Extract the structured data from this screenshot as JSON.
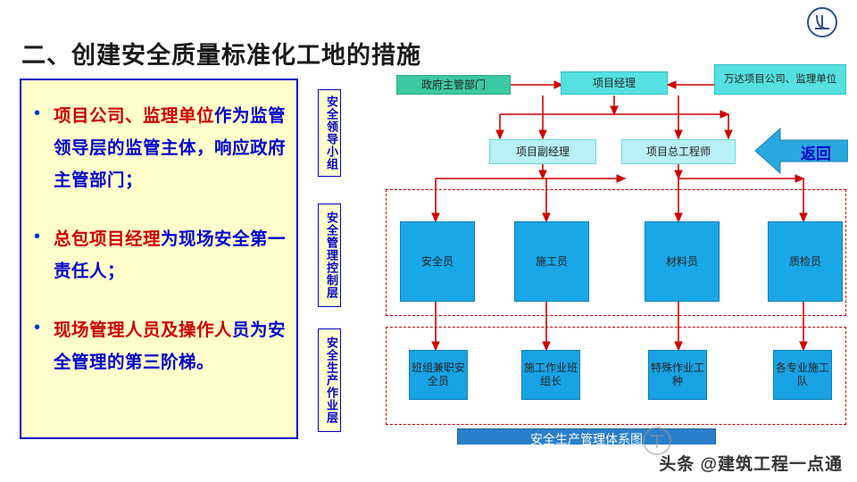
{
  "header": {
    "title": "二、创建安全质量标准化工地的措施",
    "logo_icon": "circular-brand-logo"
  },
  "left_panel": {
    "bullets": [
      {
        "marker": "•",
        "segments": [
          {
            "text": "项目公司、监理单位",
            "highlight": true
          },
          {
            "text": "作为监管领导层的监管主体，响应政府主管部门；",
            "highlight": false
          }
        ]
      },
      {
        "marker": "•",
        "segments": [
          {
            "text": "总包项目经理",
            "highlight": true
          },
          {
            "text": "为现场安全第一责任人；",
            "highlight": false
          }
        ]
      },
      {
        "marker": "•",
        "segments": [
          {
            "text": "现场管理人员及操作人",
            "highlight": true
          },
          {
            "text": "员为安全管理的第三阶梯。",
            "highlight": false
          }
        ]
      }
    ]
  },
  "layer_labels": [
    {
      "text": "安全领导小组"
    },
    {
      "text": "安全管理控制层"
    },
    {
      "text": "安全生产作业层"
    }
  ],
  "return_button": {
    "label": "返回",
    "icon": "left-arrow-icon"
  },
  "chart_data": {
    "type": "diagram",
    "title": "安全生产管理体系图",
    "nodes": [
      {
        "id": "gov",
        "label": "政府主管部门",
        "style": "green"
      },
      {
        "id": "pm",
        "label": "项目经理",
        "style": "cyan"
      },
      {
        "id": "wanda",
        "label": "万达项目公司、监理单位",
        "style": "cyan"
      },
      {
        "id": "deputy_pm",
        "label": "项目副经理",
        "style": "lightcyan"
      },
      {
        "id": "chief_eng",
        "label": "项目总工程师",
        "style": "lightcyan"
      },
      {
        "id": "safety",
        "label": "安全员",
        "style": "blue"
      },
      {
        "id": "construct",
        "label": "施工员",
        "style": "blue"
      },
      {
        "id": "material",
        "label": "材料员",
        "style": "blue"
      },
      {
        "id": "quality",
        "label": "质检员",
        "style": "blue"
      },
      {
        "id": "team_sfty",
        "label": "班组兼职安全员",
        "style": "blue"
      },
      {
        "id": "work_team",
        "label": "施工作业班组长",
        "style": "blue"
      },
      {
        "id": "special",
        "label": "特殊作业工种",
        "style": "blue"
      },
      {
        "id": "pro_team",
        "label": "各专业施工队",
        "style": "blue"
      },
      {
        "id": "caption",
        "label": "安全生产管理体系图",
        "style": "darkblue"
      }
    ],
    "edges": [
      {
        "from": "gov",
        "to": "pm"
      },
      {
        "from": "wanda",
        "to": "pm"
      },
      {
        "from": "pm",
        "to": "deputy_pm"
      },
      {
        "from": "pm",
        "to": "chief_eng"
      },
      {
        "from": "deputy_pm",
        "to": "safety"
      },
      {
        "from": "deputy_pm",
        "to": "construct"
      },
      {
        "from": "chief_eng",
        "to": "material"
      },
      {
        "from": "chief_eng",
        "to": "quality"
      },
      {
        "from": "safety",
        "to": "team_sfty"
      },
      {
        "from": "construct",
        "to": "work_team"
      },
      {
        "from": "material",
        "to": "special"
      },
      {
        "from": "quality",
        "to": "pro_team"
      }
    ],
    "groups": [
      {
        "label": "安全管理控制层",
        "members": [
          "safety",
          "construct",
          "material",
          "quality"
        ]
      },
      {
        "label": "安全生产作业层",
        "members": [
          "team_sfty",
          "work_team",
          "special",
          "pro_team"
        ]
      }
    ]
  },
  "footer": {
    "watermark": "头条 @建筑工程一点通",
    "watermark_icon": "toutiao-watermark-icon"
  }
}
